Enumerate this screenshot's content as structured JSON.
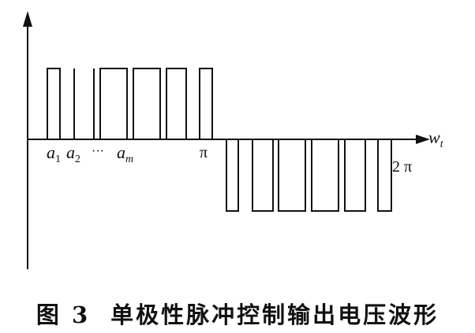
{
  "waveform": {
    "title": "单极性脉冲控制输出电压波形",
    "figure_label": "图 3",
    "axis_label_x_main": "w",
    "axis_label_x_sub": "t",
    "labels": {
      "a1_main": "a",
      "a1_sub": "1",
      "a2_main": "a",
      "a2_sub": "2",
      "dots": "···",
      "am_main": "a",
      "am_sub": "m",
      "pi": "π",
      "two_pi": "2 π"
    }
  }
}
